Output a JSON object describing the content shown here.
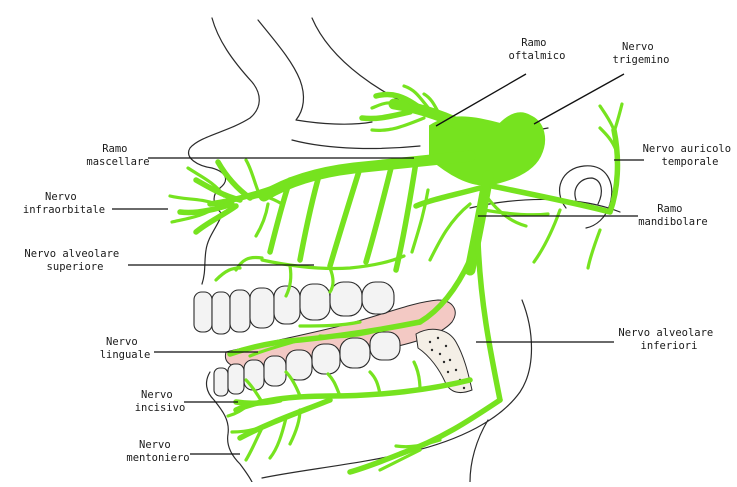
{
  "colors": {
    "nerve": "#76e31f",
    "nerve_edge": "#3c8a10",
    "gum": "#f3c9c4",
    "tooth": "#f3f3f3",
    "bone": "#f4efe6",
    "outline": "#2b2b2b"
  },
  "labels": {
    "ramo_oftalmico": [
      "Ramo",
      "oftalmico"
    ],
    "nervo_trigemino": [
      "Nervo",
      "trigemino"
    ],
    "ramo_mascellare": [
      "Ramo",
      "mascellare"
    ],
    "nervo_auricolo_temporale": [
      "Nervo auricolo",
      "temporale"
    ],
    "nervo_infraorbitale": [
      "Nervo",
      "infraorbitale"
    ],
    "ramo_mandibolare": [
      "Ramo",
      "mandibolare"
    ],
    "nervo_alveolare_superiore": [
      "Nervo alveolare",
      "superiore"
    ],
    "nervo_linguale": [
      "Nervo",
      "linguale"
    ],
    "nervo_alveolare_inferiori": [
      "Nervo alveolare",
      "inferiori"
    ],
    "nervo_incisivo": [
      "Nervo",
      "incisivo"
    ],
    "nervo_mentoniero": [
      "Nervo",
      "mentoniero"
    ]
  }
}
